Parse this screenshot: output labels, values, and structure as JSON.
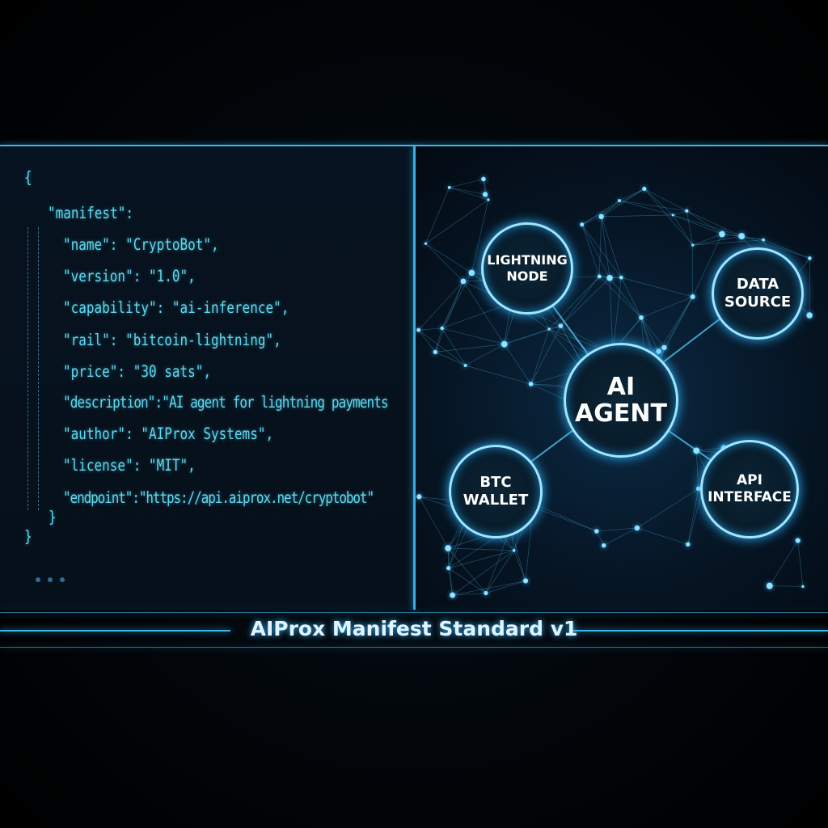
{
  "code": {
    "lines": [
      "{",
      "\"manifest\":",
      "\"name\": \"CryptoBot\",",
      "\"version\": \"1.0\",",
      "\"capability\": \"ai-inference\",",
      "\"rail\": \"bitcoin-lightning\",",
      "\"price\": \"30 sats\",",
      "\"description\":\"AI agent for lightning payments",
      "\"author\": \"AIProx Systems\",",
      "\"license\": \"MIT\",",
      "\"endpoint\":\"https://api.aiprox.net/cryptobot\"",
      "}",
      "}"
    ]
  },
  "network": {
    "nodes": {
      "lightning": [
        "LIGHTNING",
        "NODE"
      ],
      "data": [
        "DATA",
        "SOURCE"
      ],
      "agent": [
        "AI",
        "AGENT"
      ],
      "wallet": [
        "BTC",
        "WALLET"
      ],
      "api": [
        "API",
        "INTERFACE"
      ]
    }
  },
  "footer": {
    "title": "AIProx Manifest Standard v1"
  },
  "colors": {
    "accent": "#3fb6e6",
    "code": "#5fd8ee",
    "background": "#000000"
  }
}
